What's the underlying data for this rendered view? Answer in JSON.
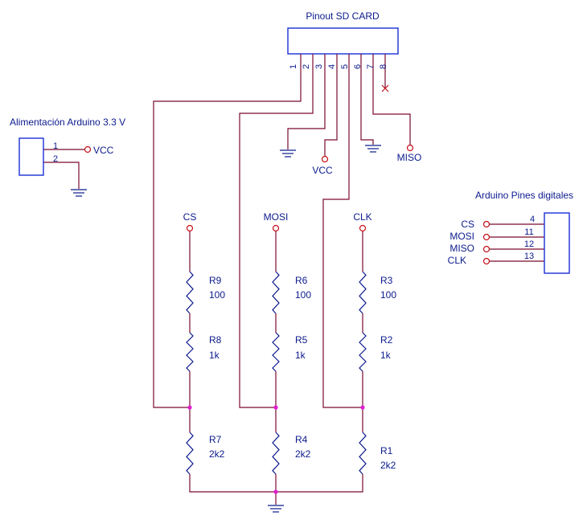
{
  "sd_card": {
    "title": "Pinout SD CARD",
    "pins": [
      "1",
      "2",
      "3",
      "4",
      "5",
      "6",
      "7",
      "8"
    ]
  },
  "power": {
    "title": "Alimentación Arduino 3.3 V",
    "pins": [
      "1",
      "2"
    ],
    "vcc_label": "VCC"
  },
  "sd_net_labels": {
    "vcc": "VCC",
    "miso": "MISO"
  },
  "dividers": [
    {
      "net": "CS",
      "top": {
        "ref": "R9",
        "value": "100"
      },
      "middle": {
        "ref": "R8",
        "value": "1k"
      },
      "bottom": {
        "ref": "R7",
        "value": "2k2"
      }
    },
    {
      "net": "MOSI",
      "top": {
        "ref": "R6",
        "value": "100"
      },
      "middle": {
        "ref": "R5",
        "value": "1k"
      },
      "bottom": {
        "ref": "R4",
        "value": "2k2"
      }
    },
    {
      "net": "CLK",
      "top": {
        "ref": "R3",
        "value": "100"
      },
      "middle": {
        "ref": "R2",
        "value": "1k"
      },
      "bottom": {
        "ref": "R1",
        "value": "2k2"
      }
    }
  ],
  "arduino": {
    "title": "Arduino Pines digitales",
    "signals": [
      {
        "name": "CS",
        "pin": "4"
      },
      {
        "name": "MOSI",
        "pin": "11"
      },
      {
        "name": "MISO",
        "pin": "12"
      },
      {
        "name": "CLK",
        "pin": "13"
      }
    ]
  },
  "colors": {
    "wire": "#7a0a2e",
    "component": "#0b1a8c",
    "junction": "#e01fd0",
    "net_terminal": "#c4101a",
    "connector": "#1a2fd6"
  }
}
